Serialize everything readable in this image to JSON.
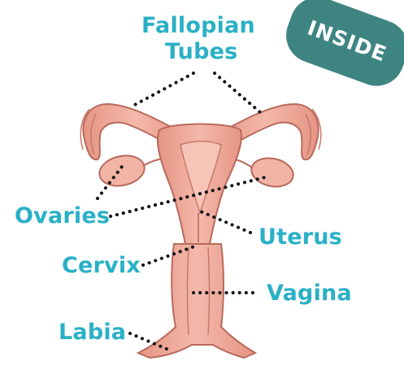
{
  "badge": {
    "text": "INSIDE",
    "color": "#3e8582"
  },
  "labels": {
    "fallopian_tubes_line1": "Fallopian",
    "fallopian_tubes_line2": "Tubes",
    "ovaries": "Ovaries",
    "uterus": "Uterus",
    "cervix": "Cervix",
    "vagina": "Vagina",
    "labia": "Labia"
  },
  "colors": {
    "label_text": "#2ab0c6",
    "organ_fill": "#eaa394",
    "organ_stroke": "#b86a5c",
    "leader_dots": "#111111"
  }
}
